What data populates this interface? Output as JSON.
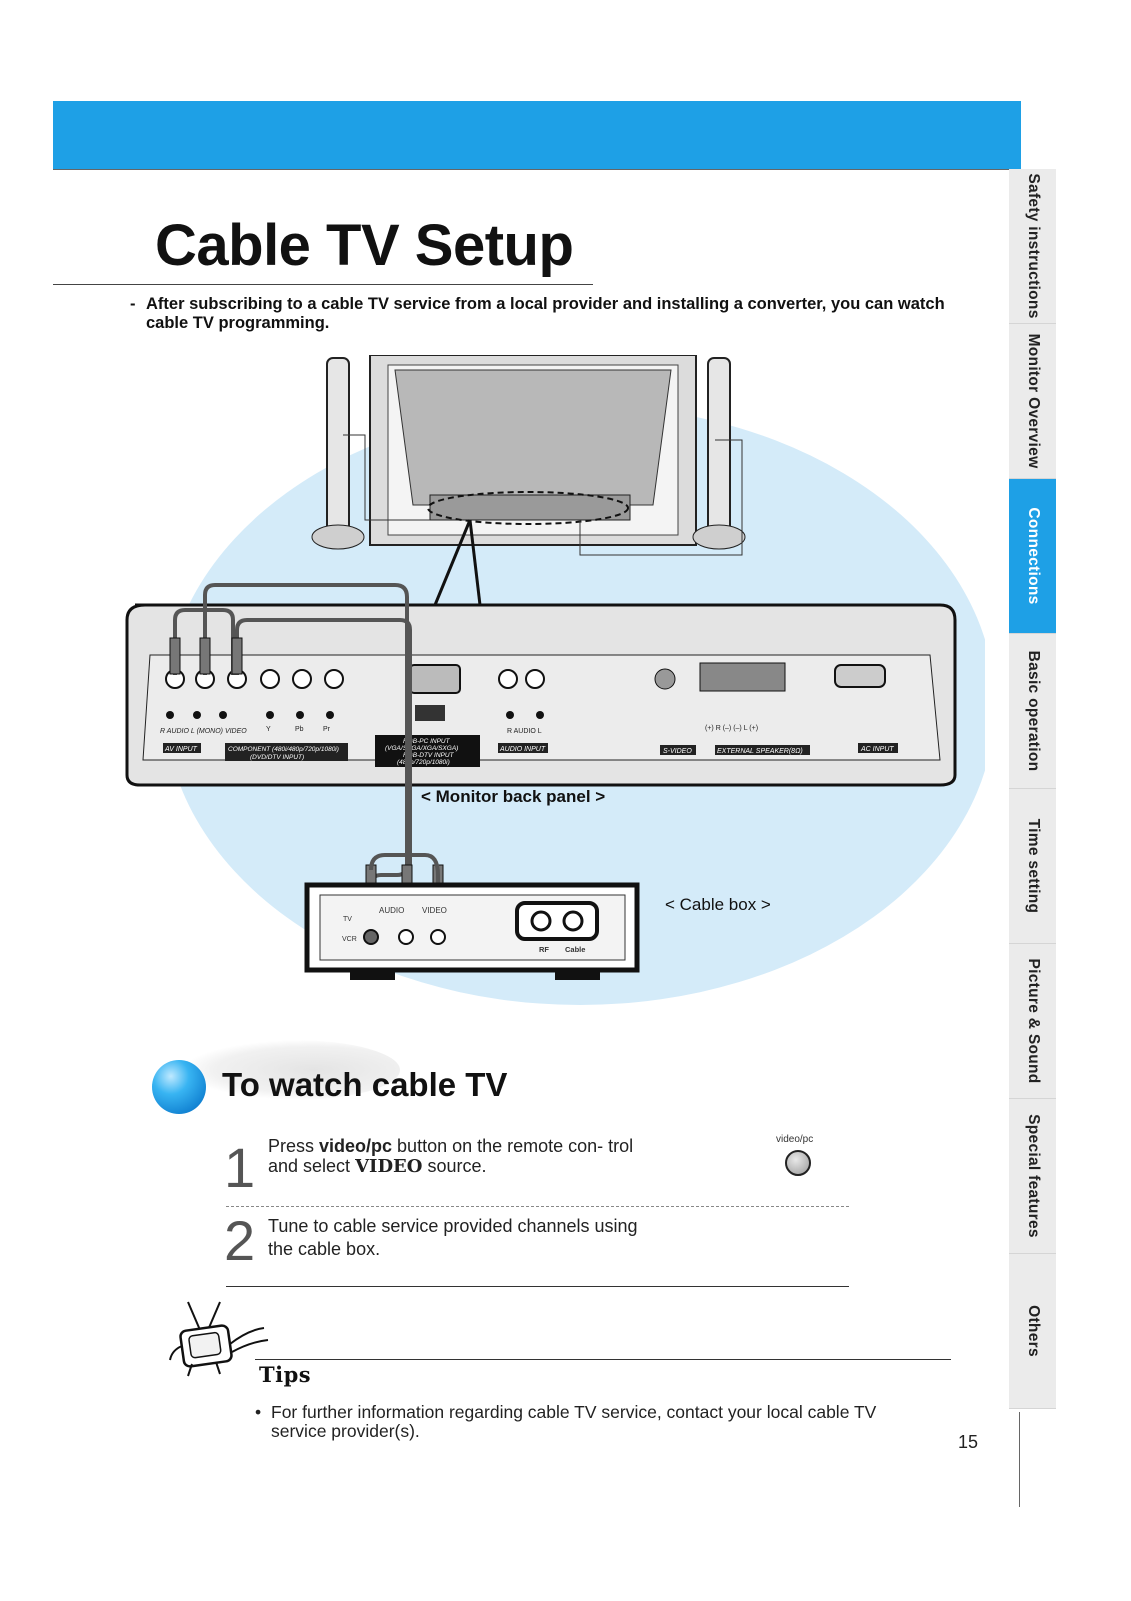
{
  "header": {
    "title": "Cable TV Setup"
  },
  "intro": {
    "bullet": "-",
    "text": "After subscribing to a cable TV service from a local provider and installing a converter, you can watch cable TV programming."
  },
  "sidebar": {
    "tabs": [
      {
        "label": "Safety instructions",
        "active": false
      },
      {
        "label": "Monitor Overview",
        "active": false
      },
      {
        "label": "Connections",
        "active": true
      },
      {
        "label": "Basic operation",
        "active": false
      },
      {
        "label": "Time setting",
        "active": false
      },
      {
        "label": "Picture & Sound",
        "active": false
      },
      {
        "label": "Special features",
        "active": false
      },
      {
        "label": "Others",
        "active": false
      }
    ]
  },
  "diagram": {
    "back_panel_caption": "< Monitor back panel >",
    "cable_box_caption": "< Cable box >",
    "panel_labels": {
      "audio_left": "R AUDIO L (MONO) VIDEO",
      "y": "Y",
      "pb": "Pb",
      "pr": "Pr",
      "av_input": "AV INPUT",
      "component_input": "COMPONENT (480i/480p/720p/1080i)",
      "component_sub": "(DVD/DTV INPUT)",
      "rgb_pc_1": "RGB-PC INPUT",
      "rgb_pc_2": "(VGA/SVGA/XGA/SXGA)",
      "rgb_pc_3": "RGB-DTV INPUT",
      "rgb_pc_4": "(480p/720p/1080i)",
      "audio_right": "R AUDIO L",
      "audio_input": "AUDIO INPUT",
      "speaker_marks": "(+) R (–)   (–) L (+)",
      "s_video": "S-VIDEO",
      "external_speaker": "EXTERNAL SPEAKER(8Ω)",
      "ac_input": "AC INPUT"
    },
    "box_labels": {
      "audio": "AUDIO",
      "video": "VIDEO",
      "tv": "TV",
      "vcr": "VCR",
      "rf": "RF",
      "cable": "Cable"
    }
  },
  "section": {
    "title": "To watch cable TV"
  },
  "steps": [
    {
      "num": "1",
      "pre": "Press ",
      "bold1": "video/pc",
      "mid": " button on the remote con- trol and select ",
      "bold2": "VIDEO",
      "post": " source."
    },
    {
      "num": "2",
      "text": "Tune to cable service provided channels using the cable box."
    }
  ],
  "remote": {
    "label": "video/pc"
  },
  "tips": {
    "label": "Tips",
    "items": [
      {
        "bullet": "•",
        "text": "For further information regarding cable TV service, contact your local cable TV service provider(s)."
      }
    ]
  },
  "page_number": "15",
  "colors": {
    "accent": "#1ea0e6",
    "tab_bg": "#ebebeb",
    "bubble": "#d4ebf9"
  }
}
